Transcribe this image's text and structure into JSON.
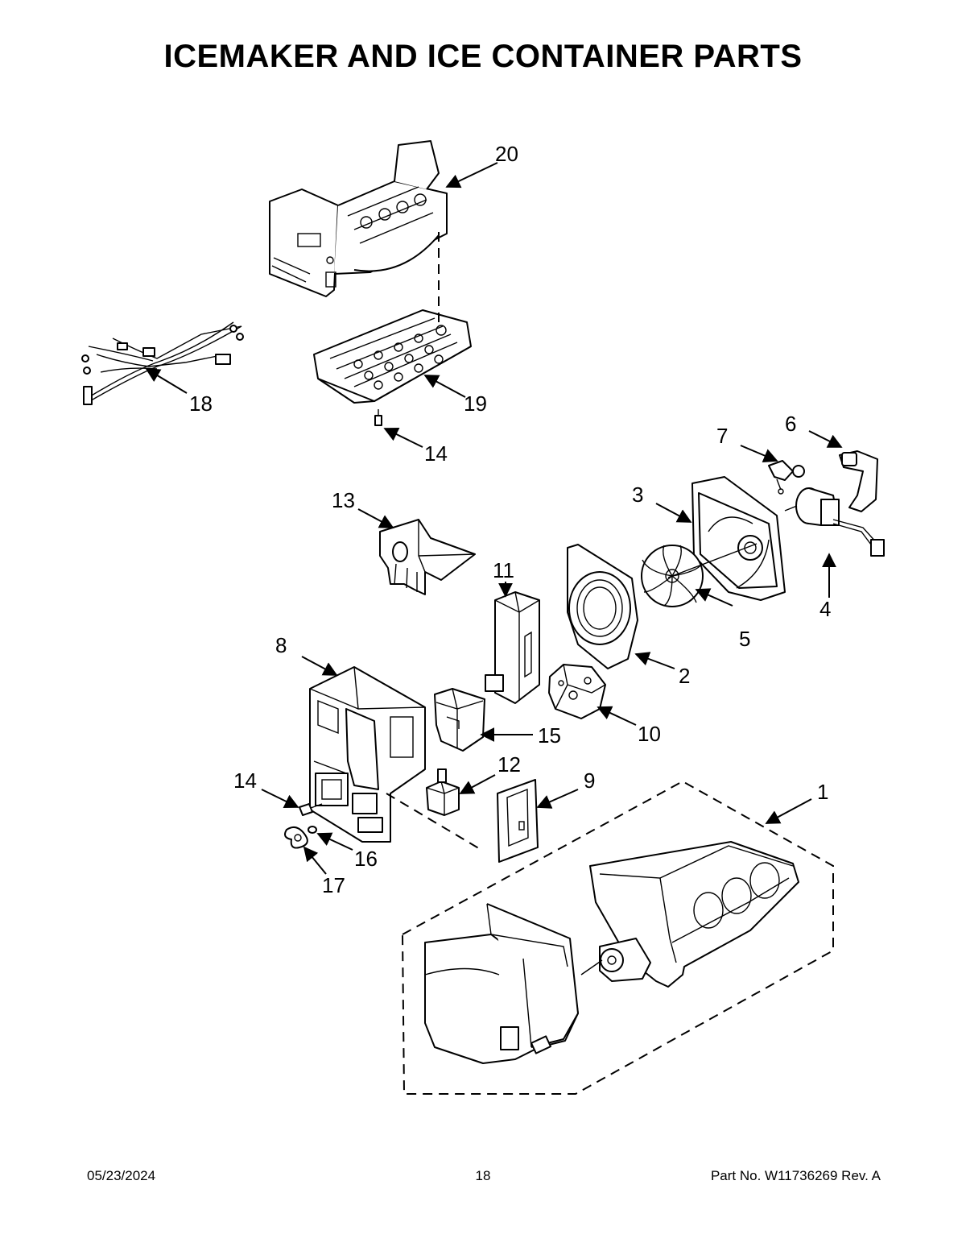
{
  "title": "ICEMAKER AND ICE CONTAINER PARTS",
  "callouts": [
    "1",
    "2",
    "3",
    "4",
    "5",
    "6",
    "7",
    "8",
    "9",
    "10",
    "11",
    "12",
    "13",
    "14",
    "14",
    "15",
    "16",
    "17",
    "18",
    "19",
    "20"
  ],
  "footer": {
    "date": "05/23/2024",
    "page": "18",
    "part_no": "Part No.  W11736269  Rev.  A"
  }
}
